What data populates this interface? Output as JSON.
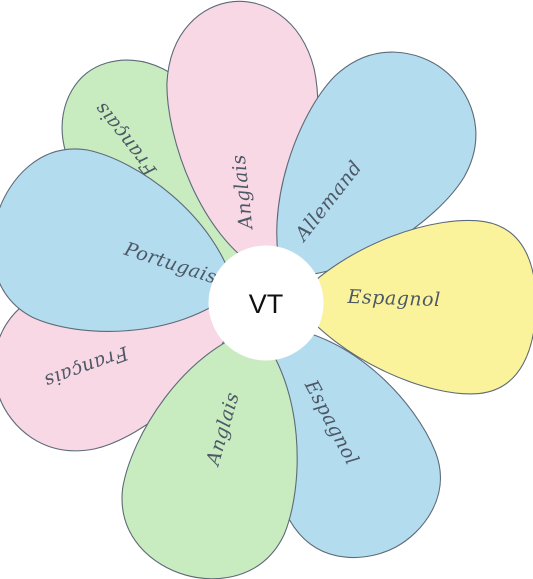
{
  "diagram": {
    "center": {
      "label": "VT"
    },
    "petals": [
      {
        "label": "Français",
        "color": "#c8ecc0"
      },
      {
        "label": "Anglais",
        "color": "#f8d8e4"
      },
      {
        "label": "Allemand",
        "color": "#b4dcef"
      },
      {
        "label": "Espagnol",
        "color": "#fbf39c"
      },
      {
        "label": "Espagnol",
        "color": "#b4dcef"
      },
      {
        "label": "Anglais",
        "color": "#c8ecc0"
      },
      {
        "label": "Français",
        "color": "#f8d8e4"
      },
      {
        "label": "Portugais",
        "color": "#b4dcef"
      }
    ]
  }
}
